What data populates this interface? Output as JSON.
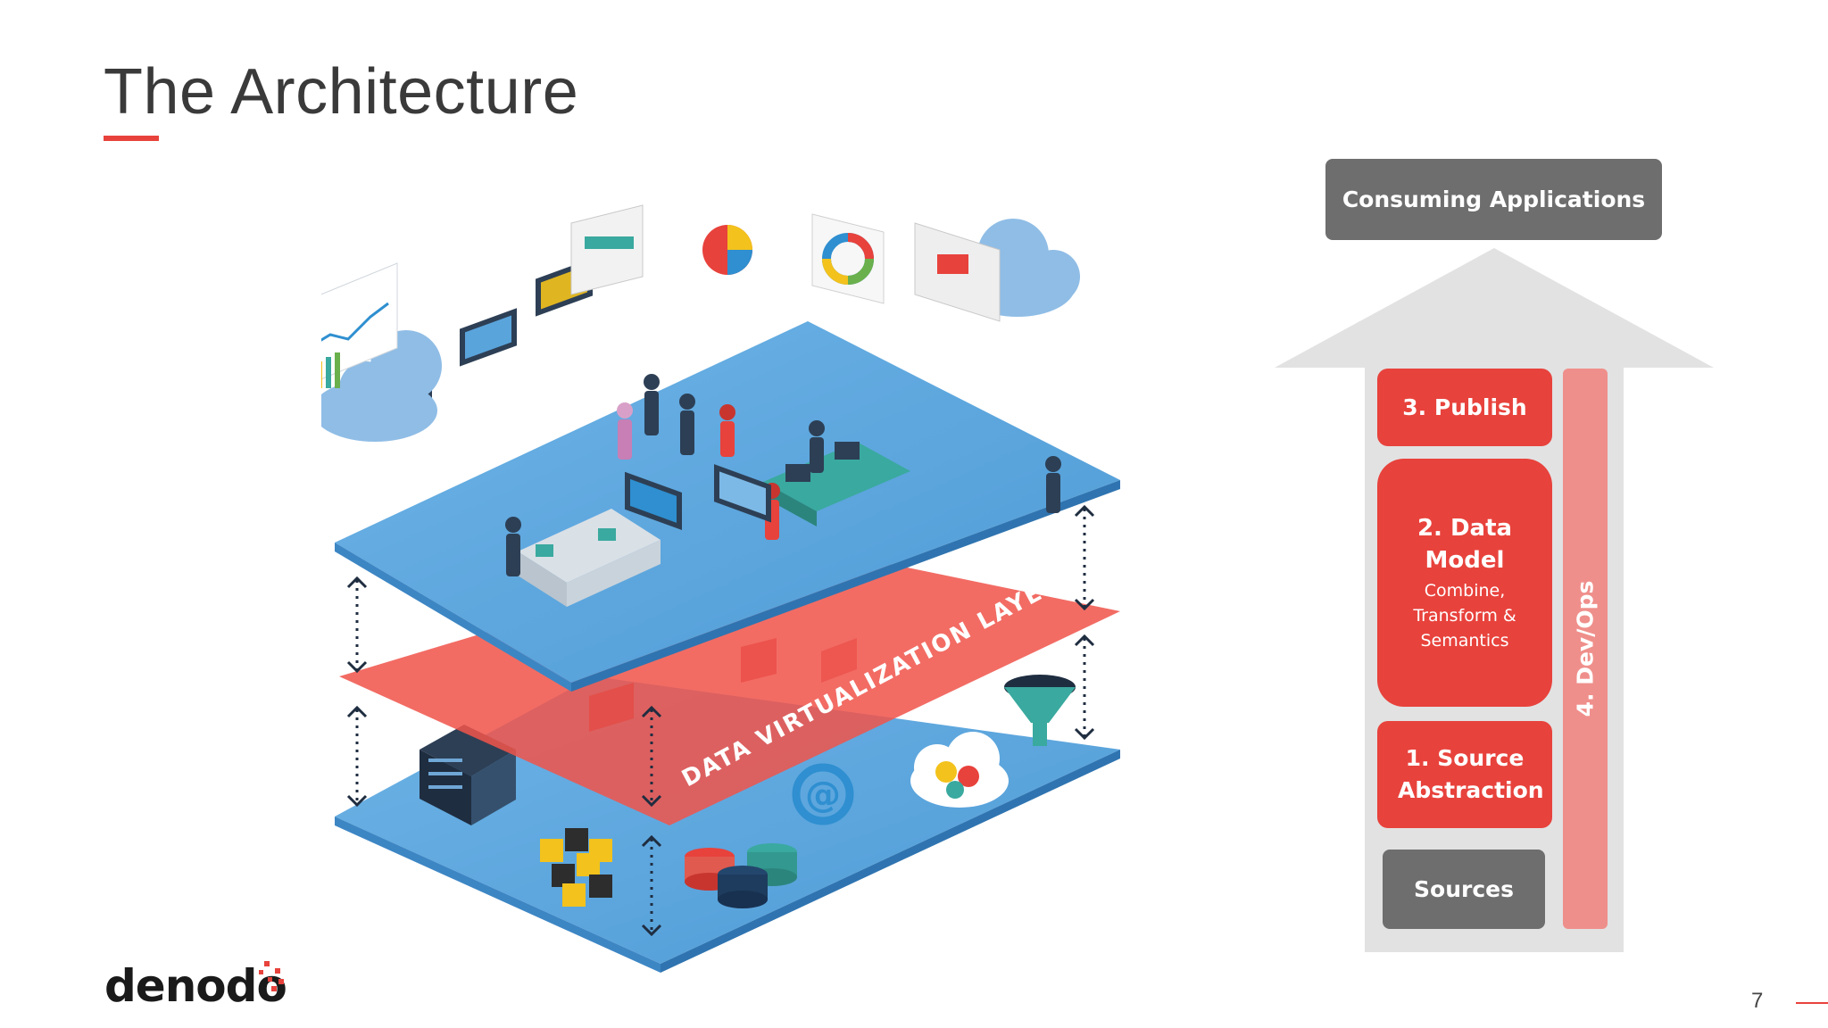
{
  "slide": {
    "title": "The Architecture",
    "page_number": "7",
    "logo_text": "denodo"
  },
  "illustration": {
    "layer_label": "DATA VIRTUALIZATION LAYER",
    "colors": {
      "platform_blue": "#5aa4dc",
      "layer_red": "#f0544a"
    }
  },
  "stack": {
    "consuming": "Consuming Applications",
    "publish": "3. Publish",
    "data_model_title": "2. Data Model",
    "data_model_sub": "Combine, Transform & Semantics",
    "source_abstraction": "1. Source Abstraction",
    "sources": "Sources",
    "devops": "4. Dev/Ops",
    "colors": {
      "red": "#e8423c",
      "gray": "#6e6e6e",
      "arrow": "#e2e2e2",
      "devops": "#ef8f8b"
    }
  }
}
